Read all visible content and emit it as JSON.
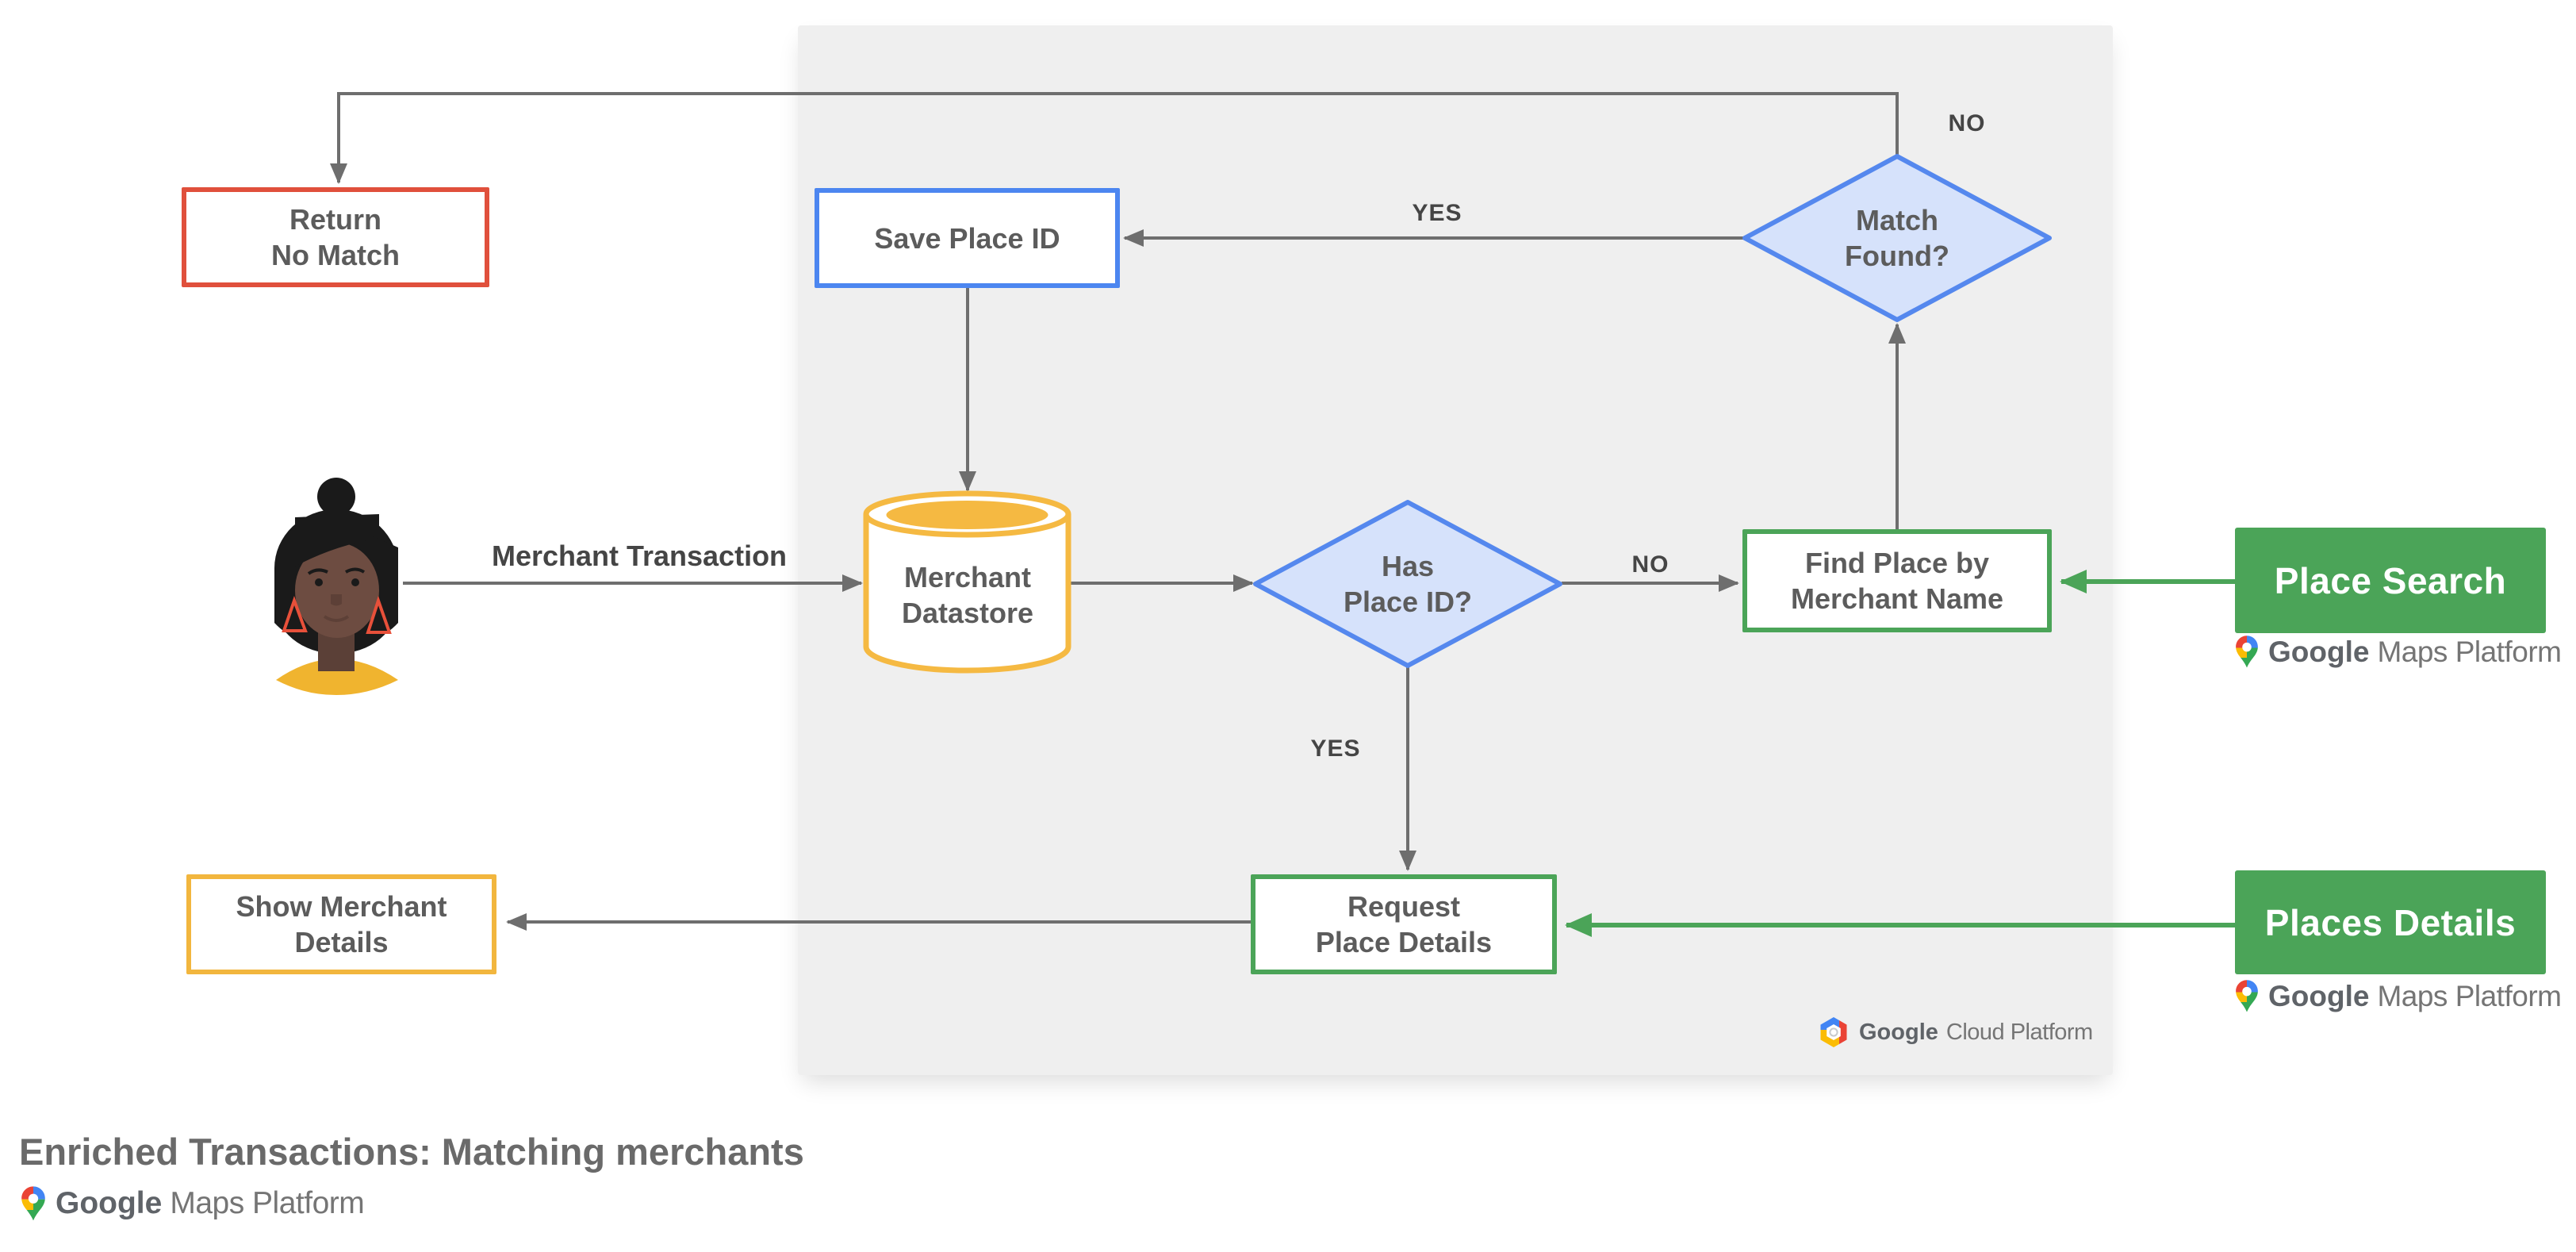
{
  "title": "Enriched Transactions: Matching merchants",
  "colors": {
    "background": "#ffffff",
    "panel": "#efefef",
    "line_gray": "#6e6e6e",
    "red_border": "#e0503c",
    "blue_border": "#4c86f0",
    "diamond_fill": "#d6e2fb",
    "diamond_border": "#5588ee",
    "yellow": "#f5b942",
    "green": "#4ba458",
    "node_text": "#5c5c5c",
    "label_text": "#454545",
    "google_blue": "#4285f4",
    "google_red": "#ea4335",
    "google_yellow": "#fbbc04",
    "google_green": "#34a853"
  },
  "nodes": {
    "return_no_match": {
      "line1": "Return",
      "line2": "No Match"
    },
    "save_place_id": {
      "label": "Save Place ID"
    },
    "match_found": {
      "line1": "Match",
      "line2": "Found?"
    },
    "merchant_datastore": {
      "line1": "Merchant",
      "line2": "Datastore"
    },
    "has_place_id": {
      "line1": "Has",
      "line2": "Place ID?"
    },
    "find_place": {
      "line1": "Find Place by",
      "line2": "Merchant Name"
    },
    "request_place_details": {
      "line1": "Request",
      "line2": "Place Details"
    },
    "show_merchant_details": {
      "line1": "Show Merchant",
      "line2": "Details"
    },
    "place_search": {
      "label": "Place Search"
    },
    "places_details": {
      "label": "Places Details"
    }
  },
  "edge_labels": {
    "no_top": "NO",
    "yes_top": "YES",
    "no_mid": "NO",
    "yes_mid": "YES",
    "merchant_transaction": "Merchant Transaction"
  },
  "logos": {
    "maps_platform": {
      "google": "Google",
      "rest": "Maps Platform"
    },
    "cloud_platform": {
      "google": "Google",
      "rest": "Cloud Platform"
    }
  }
}
